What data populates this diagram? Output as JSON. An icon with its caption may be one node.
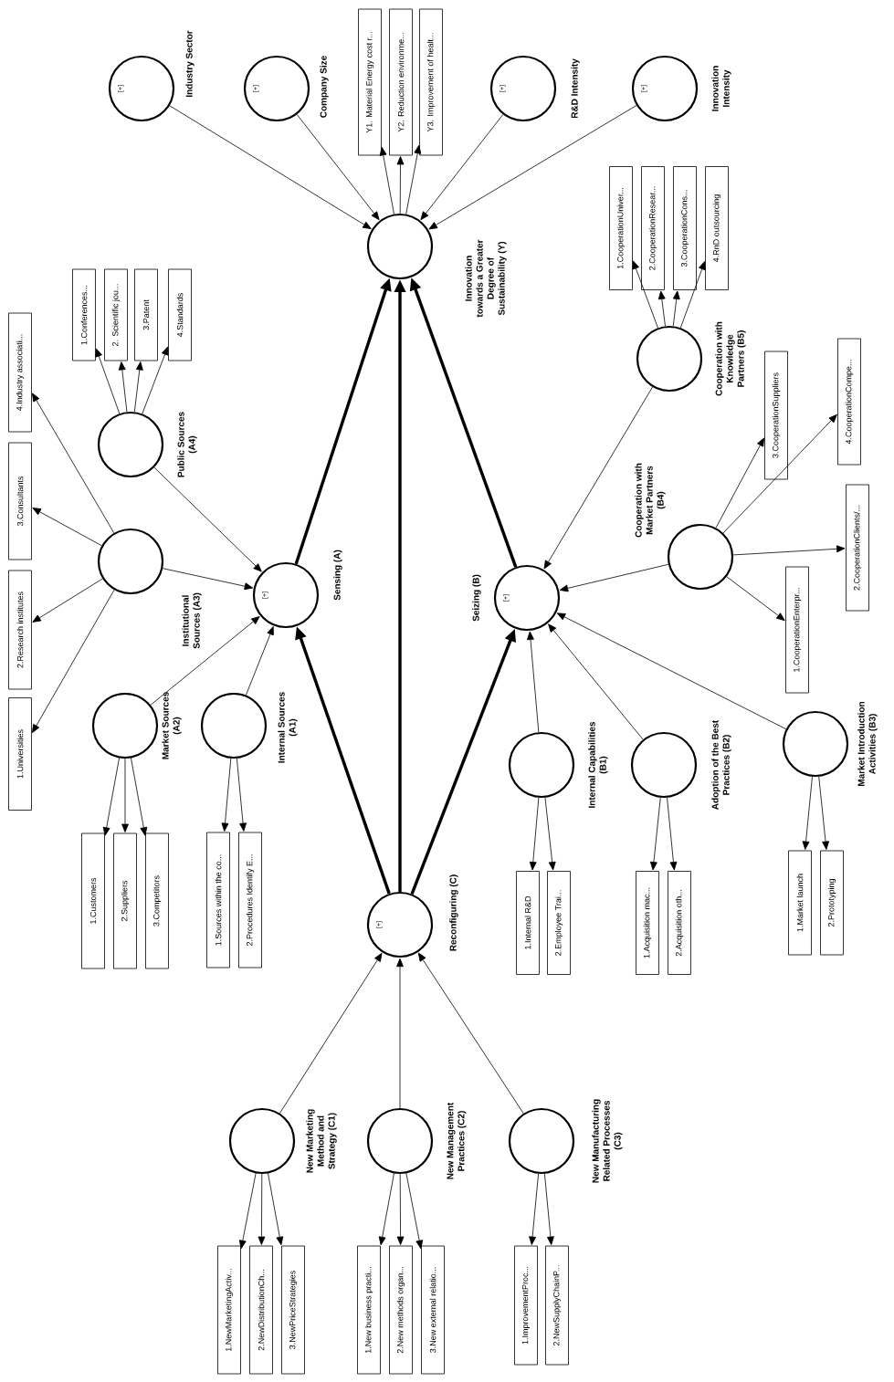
{
  "diagram": {
    "nodes": [
      {
        "text": [
          "[+]"
        ],
        "beside": [
          "Industry Sector"
        ]
      },
      {
        "text": [
          "[+]"
        ],
        "beside": [
          "Company Size"
        ]
      },
      {
        "text": [
          "Y1. Material Energy cost r..."
        ]
      },
      {
        "text": [
          "Y2. Reduction environme..."
        ]
      },
      {
        "text": [
          "Y3. Improvement of healt..."
        ]
      },
      {
        "text": [
          "[+]"
        ],
        "beside": [
          "R&D Intensity"
        ]
      },
      {
        "text": [
          "[+]"
        ],
        "beside": [
          "Innovation Intensity"
        ]
      },
      {
        "text": [],
        "shape": "circle",
        "beside": [
          "Innovation towards a Greater Degree of Sustainability (Y)"
        ]
      },
      {
        "text": [],
        "shape": "circle",
        "beside": [
          "Public Sources (A4)"
        ]
      },
      {
        "text": [
          "1.Conferences..."
        ]
      },
      {
        "text": [
          "2. Scientific jou..."
        ]
      },
      {
        "text": [
          "3.Patent"
        ]
      },
      {
        "text": [
          "4.Standards"
        ]
      },
      {
        "text": [],
        "shape": "circle",
        "beside": [
          "Institutional Sources (A3)"
        ]
      },
      {
        "text": [
          "1.Universities"
        ]
      },
      {
        "text": [
          "2.Research institutes"
        ]
      },
      {
        "text": [
          "3.Consultants"
        ]
      },
      {
        "text": [
          "4.Industry associati..."
        ]
      },
      {
        "text": [],
        "shape": "circle",
        "beside": [
          "Market Sources (A2)"
        ]
      },
      {
        "text": [
          "1.Customers"
        ]
      },
      {
        "text": [
          "2.Suppliers"
        ]
      },
      {
        "text": [
          "3.Competitors"
        ]
      },
      {
        "text": [],
        "shape": "circle",
        "beside": [
          "Internal Sources (A1)"
        ]
      },
      {
        "text": [
          "1.Sources within the co..."
        ]
      },
      {
        "text": [
          "2.Procedures Identify E..."
        ]
      },
      {
        "text": [
          "[+]"
        ],
        "beside": [
          "Sensing (A)"
        ]
      },
      {
        "text": [],
        "shape": "circle",
        "beside": [
          "Cooperation with Knowledge Partners (B5)"
        ]
      },
      {
        "text": [
          "1.CooperationUniver..."
        ]
      },
      {
        "text": [
          "2.CooperationResear..."
        ]
      },
      {
        "text": [
          "3.CooperationCons..."
        ]
      },
      {
        "text": [
          "4.RnD outsourcing"
        ]
      },
      {
        "text": [],
        "shape": "circle",
        "beside": [
          "Cooperation with Market Partners (B4)"
        ]
      },
      {
        "text": [
          "1.CooperationEnterpr..."
        ]
      },
      {
        "text": [
          "2.CooperationClients/..."
        ]
      },
      {
        "text": [
          "3.CooperationSuppliers"
        ]
      },
      {
        "text": [
          "4.CooperationCompe..."
        ]
      },
      {
        "text": [
          "[+]"
        ],
        "beside": [
          "Seizing (B)"
        ]
      },
      {
        "text": [],
        "shape": "circle",
        "beside": [
          "Internal Capabilities (B1)"
        ]
      },
      {
        "text": [
          "1.Internal R&D"
        ]
      },
      {
        "text": [
          "2.Employee Trai..."
        ]
      },
      {
        "text": [],
        "shape": "circle",
        "beside": [
          "Adoption of the Best Practices (B2)"
        ]
      },
      {
        "text": [
          "1.Acquisition mac..."
        ]
      },
      {
        "text": [
          "2.Acquisition oth..."
        ]
      },
      {
        "text": [],
        "shape": "circle",
        "beside": [
          "Market Introduction Activities (B3)"
        ]
      },
      {
        "text": [
          "1.Market launch"
        ]
      },
      {
        "text": [
          "2.Prototyping"
        ]
      },
      {
        "text": [
          "[+]"
        ],
        "beside": [
          "Reconfiguring (C)"
        ]
      },
      {
        "text": [],
        "shape": "circle",
        "beside": [
          "New Marketing Method and Strategy (C1)"
        ]
      },
      {
        "text": [
          "1.NewMarketingActiv..."
        ]
      },
      {
        "text": [
          "2.NewDistributionCh..."
        ]
      },
      {
        "text": [
          "3.NewPriceStrategies"
        ]
      },
      {
        "text": [],
        "shape": "circle",
        "beside": [
          "New Management Practices (C2)"
        ]
      },
      {
        "text": [
          "1.New business practi..."
        ]
      },
      {
        "text": [
          "2.New methods organ..."
        ]
      },
      {
        "text": [
          "3.New external relatio..."
        ]
      },
      {
        "text": [],
        "shape": "circle",
        "beside": [
          "New Manufacturing Related Processes (C3)"
        ]
      },
      {
        "text": [
          "1.ImprovementProc..."
        ]
      },
      {
        "text": [
          "2.NewSupplyChainP..."
        ]
      }
    ],
    "edges": [
      {
        "from": 0,
        "to": 7,
        "arrow": "to"
      },
      {
        "from": 1,
        "to": 7,
        "arrow": "to"
      },
      {
        "from": 5,
        "to": 7,
        "arrow": "to"
      },
      {
        "from": 6,
        "to": 7,
        "arrow": "to"
      },
      {
        "from": 7,
        "to": 2,
        "arrow": "to"
      },
      {
        "from": 7,
        "to": 3,
        "arrow": "to"
      },
      {
        "from": 7,
        "to": 4,
        "arrow": "to"
      },
      {
        "from": 25,
        "to": 7,
        "arrow": "to",
        "style": "thick"
      },
      {
        "from": 36,
        "to": 7,
        "arrow": "to",
        "style": "thick"
      },
      {
        "from": 46,
        "to": 7,
        "arrow": "to",
        "style": "thick"
      },
      {
        "from": 46,
        "to": 25,
        "arrow": "to",
        "style": "thick"
      },
      {
        "from": 46,
        "to": 36,
        "arrow": "to",
        "style": "thick"
      },
      {
        "from": 8,
        "to": 25,
        "arrow": "to"
      },
      {
        "from": 13,
        "to": 25,
        "arrow": "to"
      },
      {
        "from": 18,
        "to": 25,
        "arrow": "to"
      },
      {
        "from": 22,
        "to": 25,
        "arrow": "to"
      },
      {
        "from": 8,
        "to": 9,
        "arrow": "to"
      },
      {
        "from": 8,
        "to": 10,
        "arrow": "to"
      },
      {
        "from": 8,
        "to": 11,
        "arrow": "to"
      },
      {
        "from": 8,
        "to": 12,
        "arrow": "to"
      },
      {
        "from": 13,
        "to": 14,
        "arrow": "to"
      },
      {
        "from": 13,
        "to": 15,
        "arrow": "to"
      },
      {
        "from": 13,
        "to": 16,
        "arrow": "to"
      },
      {
        "from": 13,
        "to": 17,
        "arrow": "to"
      },
      {
        "from": 18,
        "to": 19,
        "arrow": "to"
      },
      {
        "from": 18,
        "to": 20,
        "arrow": "to"
      },
      {
        "from": 18,
        "to": 21,
        "arrow": "to"
      },
      {
        "from": 22,
        "to": 23,
        "arrow": "to"
      },
      {
        "from": 22,
        "to": 24,
        "arrow": "to"
      },
      {
        "from": 26,
        "to": 36,
        "arrow": "to"
      },
      {
        "from": 31,
        "to": 36,
        "arrow": "to"
      },
      {
        "from": 37,
        "to": 36,
        "arrow": "to"
      },
      {
        "from": 40,
        "to": 36,
        "arrow": "to"
      },
      {
        "from": 43,
        "to": 36,
        "arrow": "to"
      },
      {
        "from": 26,
        "to": 27,
        "arrow": "to"
      },
      {
        "from": 26,
        "to": 28,
        "arrow": "to"
      },
      {
        "from": 26,
        "to": 29,
        "arrow": "to"
      },
      {
        "from": 26,
        "to": 30,
        "arrow": "to"
      },
      {
        "from": 31,
        "to": 32,
        "arrow": "to"
      },
      {
        "from": 31,
        "to": 33,
        "arrow": "to"
      },
      {
        "from": 31,
        "to": 34,
        "arrow": "to"
      },
      {
        "from": 31,
        "to": 35,
        "arrow": "to"
      },
      {
        "from": 37,
        "to": 38,
        "arrow": "to"
      },
      {
        "from": 37,
        "to": 39,
        "arrow": "to"
      },
      {
        "from": 40,
        "to": 41,
        "arrow": "to"
      },
      {
        "from": 40,
        "to": 42,
        "arrow": "to"
      },
      {
        "from": 43,
        "to": 44,
        "arrow": "to"
      },
      {
        "from": 43,
        "to": 45,
        "arrow": "to"
      },
      {
        "from": 47,
        "to": 46,
        "arrow": "to"
      },
      {
        "from": 51,
        "to": 46,
        "arrow": "to"
      },
      {
        "from": 55,
        "to": 46,
        "arrow": "to"
      },
      {
        "from": 47,
        "to": 48,
        "arrow": "to"
      },
      {
        "from": 47,
        "to": 49,
        "arrow": "to"
      },
      {
        "from": 47,
        "to": 50,
        "arrow": "to"
      },
      {
        "from": 51,
        "to": 52,
        "arrow": "to"
      },
      {
        "from": 51,
        "to": 53,
        "arrow": "to"
      },
      {
        "from": 51,
        "to": 54,
        "arrow": "to"
      },
      {
        "from": 55,
        "to": 56,
        "arrow": "to"
      },
      {
        "from": 55,
        "to": 57,
        "arrow": "to"
      }
    ]
  }
}
